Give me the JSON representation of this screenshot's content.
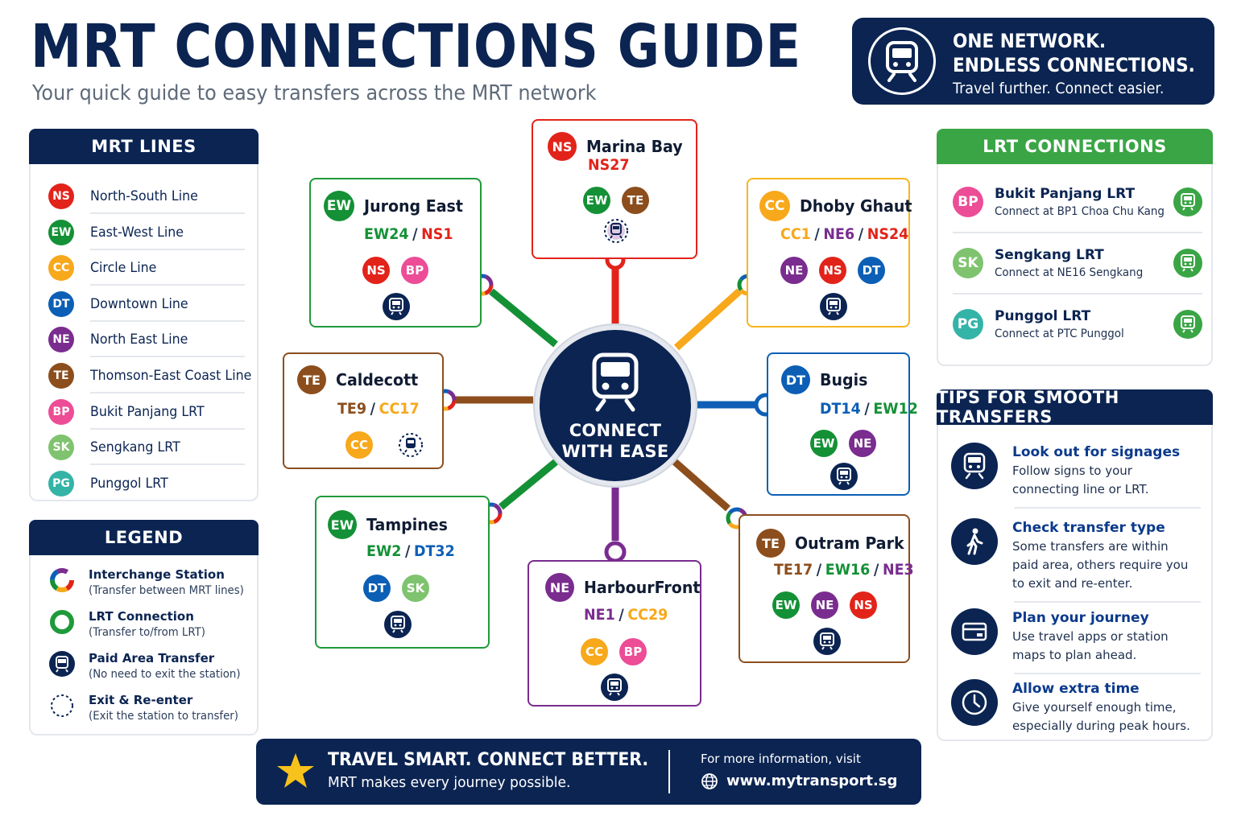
{
  "header": {
    "title": "MRT CONNECTIONS GUIDE",
    "subtitle": "Your quick guide to easy transfers across the MRT network"
  },
  "hero": {
    "line1": "ONE NETWORK.",
    "line2": "ENDLESS CONNECTIONS.",
    "line3": "Travel further.  Connect easier."
  },
  "colors": {
    "navy": "#0b2452",
    "NS": "#e2231a",
    "EW": "#149136",
    "CC": "#f7a81b",
    "DT": "#0c5fb5",
    "NE": "#7a2c8f",
    "TE": "#8c4e1d",
    "BP": "#ec4d96",
    "SK": "#7fc36f",
    "PG": "#34b3a7",
    "lrt_green": "#3aa545"
  },
  "mrt_lines": {
    "title": "MRT LINES",
    "items": [
      {
        "code": "NS",
        "name": "North-South Line"
      },
      {
        "code": "EW",
        "name": "East-West Line"
      },
      {
        "code": "CC",
        "name": "Circle Line"
      },
      {
        "code": "DT",
        "name": "Downtown Line"
      },
      {
        "code": "NE",
        "name": "North East Line"
      },
      {
        "code": "TE",
        "name": "Thomson-East Coast Line"
      },
      {
        "code": "BP",
        "name": "Bukit Panjang LRT"
      },
      {
        "code": "SK",
        "name": "Sengkang LRT"
      },
      {
        "code": "PG",
        "name": "Punggol LRT"
      }
    ]
  },
  "legend": {
    "title": "LEGEND",
    "items": [
      {
        "icon": "interchange-icon",
        "label": "Interchange Station",
        "note": "(Transfer between MRT lines)"
      },
      {
        "icon": "lrt-connection-icon",
        "label": "LRT Connection",
        "note": "(Transfer to/from LRT)"
      },
      {
        "icon": "paid-area-icon",
        "label": "Paid Area Transfer",
        "note": "(No need to exit the station)"
      },
      {
        "icon": "exit-reenter-icon",
        "label": "Exit & Re-enter",
        "note": "(Exit the station to transfer)"
      }
    ]
  },
  "hub": {
    "line1": "CONNECT",
    "line2": "WITH EASE"
  },
  "stations": {
    "marina_bay": {
      "badge": "NS",
      "name": "Marina Bay",
      "codes": [
        "NS27"
      ],
      "lines": [
        "EW",
        "TE"
      ],
      "transfer": "exit"
    },
    "jurong_east": {
      "badge": "EW",
      "name": "Jurong East",
      "codes": [
        "EW24",
        "NS1"
      ],
      "lines": [
        "NS",
        "BP"
      ],
      "transfer": "paid"
    },
    "dhoby_ghaut": {
      "badge": "CC",
      "name": "Dhoby Ghaut",
      "codes": [
        "CC1",
        "NE6",
        "NS24"
      ],
      "lines": [
        "NE",
        "NS",
        "DT"
      ],
      "transfer": "paid"
    },
    "caldecott": {
      "badge": "TE",
      "name": "Caldecott",
      "codes": [
        "TE9",
        "CC17"
      ],
      "lines": [
        "CC"
      ],
      "transfer": "exit"
    },
    "bugis": {
      "badge": "DT",
      "name": "Bugis",
      "codes": [
        "DT14",
        "EW12"
      ],
      "lines": [
        "EW",
        "NE"
      ],
      "transfer": "paid"
    },
    "tampines": {
      "badge": "EW",
      "name": "Tampines",
      "codes": [
        "EW2",
        "DT32"
      ],
      "lines": [
        "DT",
        "SK"
      ],
      "transfer": "paid"
    },
    "harbourfront": {
      "badge": "NE",
      "name": "HarbourFront",
      "codes": [
        "NE1",
        "CC29"
      ],
      "lines": [
        "CC",
        "BP"
      ],
      "transfer": "paid"
    },
    "outram_park": {
      "badge": "TE",
      "name": "Outram Park",
      "codes": [
        "TE17",
        "EW16",
        "NE3"
      ],
      "lines": [
        "EW",
        "NE",
        "NS"
      ],
      "transfer": "paid"
    }
  },
  "code_separator": "/",
  "lrt": {
    "title": "LRT CONNECTIONS",
    "items": [
      {
        "code": "BP",
        "name": "Bukit Panjang LRT",
        "connect": "Connect at BP1 Choa Chu Kang"
      },
      {
        "code": "SK",
        "name": "Sengkang LRT",
        "connect": "Connect at NE16 Sengkang"
      },
      {
        "code": "PG",
        "name": "Punggol LRT",
        "connect": "Connect at PTC Punggol"
      }
    ]
  },
  "tips": {
    "title": "TIPS FOR SMOOTH TRANSFERS",
    "items": [
      {
        "icon": "train-icon",
        "title": "Look out for signages",
        "text": "Follow signs to your connecting line or LRT."
      },
      {
        "icon": "walking-person-icon",
        "title": "Check transfer type",
        "text": "Some transfers are within paid area, others require you to exit and re-enter."
      },
      {
        "icon": "card-icon",
        "title": "Plan your journey",
        "text": "Use travel apps or station maps to plan ahead."
      },
      {
        "icon": "clock-icon",
        "title": "Allow extra time",
        "text": "Give yourself enough time, especially during peak hours."
      }
    ]
  },
  "footer": {
    "tagline": "TRAVEL SMART.  CONNECT BETTER.",
    "subline": "MRT makes every journey possible.",
    "info": "For more information, visit",
    "url": "www.mytransport.sg"
  }
}
